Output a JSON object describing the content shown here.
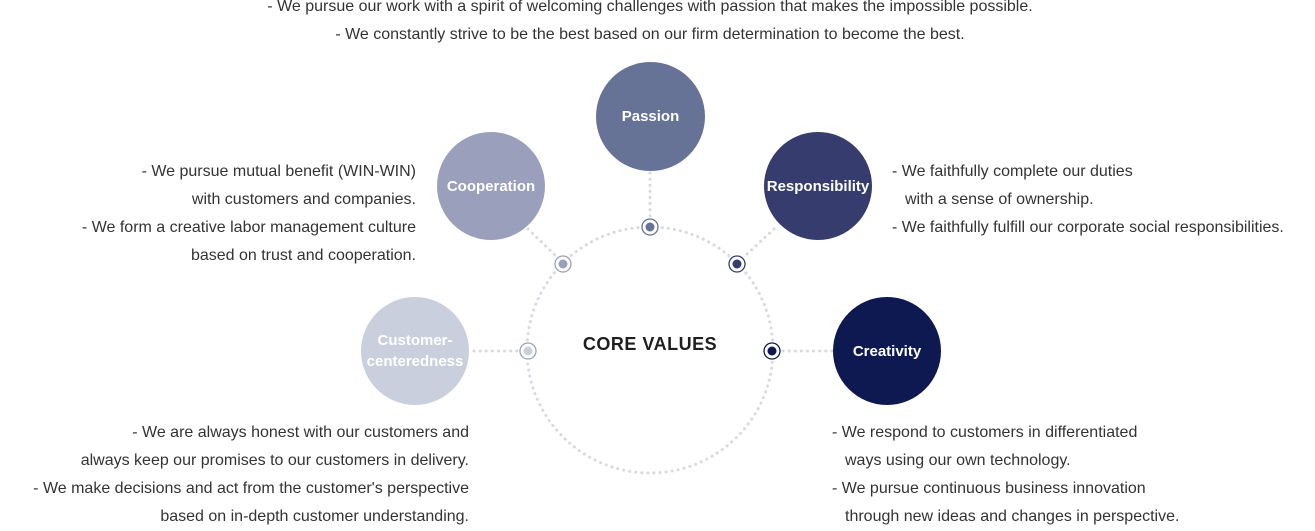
{
  "center": {
    "title": "CORE VALUES"
  },
  "values": [
    {
      "key": "passion",
      "name": "Passion",
      "color": "#677297",
      "lines": [
        "- We pursue our work with a spirit of welcoming challenges with passion that makes the impossible possible.",
        "- We constantly strive to be the best based on our firm determination to become the best."
      ]
    },
    {
      "key": "cooperation",
      "name": "Cooperation",
      "color": "#9a9fbc",
      "lines": [
        "- We pursue mutual benefit (WIN-WIN)",
        "with customers and companies.",
        "- We form a creative labor management culture",
        "based on trust and cooperation."
      ]
    },
    {
      "key": "responsibility",
      "name": "Responsibility",
      "color": "#363d6e",
      "lines": [
        "- We faithfully complete our duties",
        "with a sense of ownership.",
        "- We faithfully fulfill our corporate social responsibilities."
      ]
    },
    {
      "key": "customer",
      "name": "Customer-centeredness",
      "name_lines": [
        "Customer-",
        "centeredness"
      ],
      "color": "#cacfdd",
      "lines": [
        "- We are always honest with our customers and",
        "always keep our promises to our customers in delivery.",
        "- We make decisions and act from the customer's perspective",
        "based on in-depth customer understanding."
      ]
    },
    {
      "key": "creativity",
      "name": "Creativity",
      "color": "#0e1951",
      "lines": [
        "- We respond to customers in differentiated",
        "ways using our own technology.",
        "- We pursue continuous business innovation",
        "through new ideas and changes in perspective."
      ]
    }
  ],
  "colors": {
    "dotted_line": "#d6d9e2",
    "text": "#333333",
    "background": "#ffffff"
  }
}
